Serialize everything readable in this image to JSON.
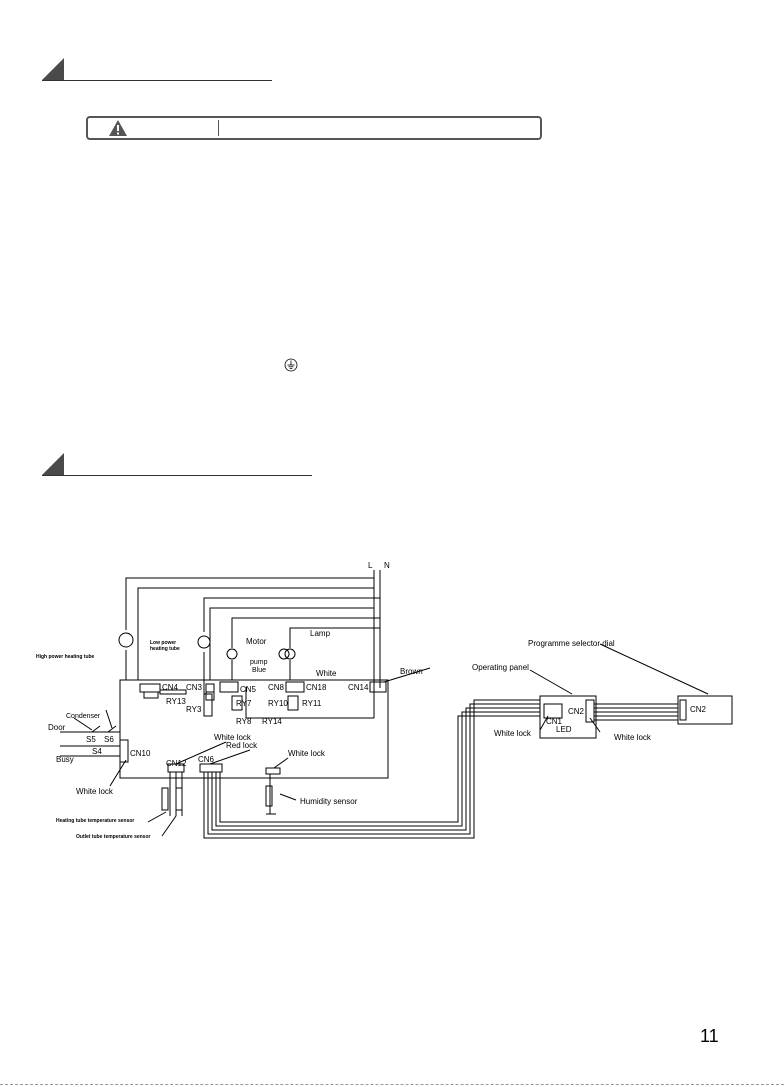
{
  "page": {
    "number": "11"
  },
  "icons": {
    "warning": "warning-triangle-icon",
    "ground": "ground-symbol-icon"
  },
  "diagram": {
    "supply": {
      "L": "L",
      "N": "N"
    },
    "loads": {
      "high_power_heating_tube": "High power heating tube",
      "low_power_heating_tube_1": "Low power",
      "low_power_heating_tube_2": "heating tube",
      "motor": "Motor",
      "lamp": "Lamp",
      "pump": "pump",
      "blue": "Blue",
      "white": "White",
      "brown": "Brown"
    },
    "connectors": {
      "cn4": "CN4",
      "cn3": "CN3",
      "cn5": "CN5",
      "cn8": "CN8",
      "cn18": "CN18",
      "cn14": "CN14",
      "cn10": "CN10",
      "cn12": "CN12",
      "cn6": "CN6",
      "cn1": "CN1",
      "cn2_led": "CN2",
      "cn2_selector": "CN2"
    },
    "relays": {
      "ry13": "RY13",
      "ry3": "RY3",
      "ry7": "RY7",
      "ry8": "RY8",
      "ry14": "RY14",
      "ry10": "RY10",
      "ry11": "RY11"
    },
    "switches": {
      "condenser": "Condenser",
      "door": "Door",
      "busy": "Busy",
      "s5": "S5",
      "s6": "S6",
      "s4": "S4"
    },
    "locks": {
      "white_lock_cn10": "White lock",
      "white_lock_cn12": "White lock",
      "red_lock": "Red lock",
      "white_lock_humidity": "White lock",
      "white_lock_panel": "White lock",
      "white_lock_selector": "White lock"
    },
    "sensors": {
      "humidity": "Humidity sensor",
      "heating_tube_temp": "Heating tube temperature sensor",
      "outlet_tube_temp": "Outlet tube temperature sensor"
    },
    "panels": {
      "operating_panel": "Operating panel",
      "led": "LED",
      "programme_selector_dial": "Programme selector dial"
    }
  }
}
